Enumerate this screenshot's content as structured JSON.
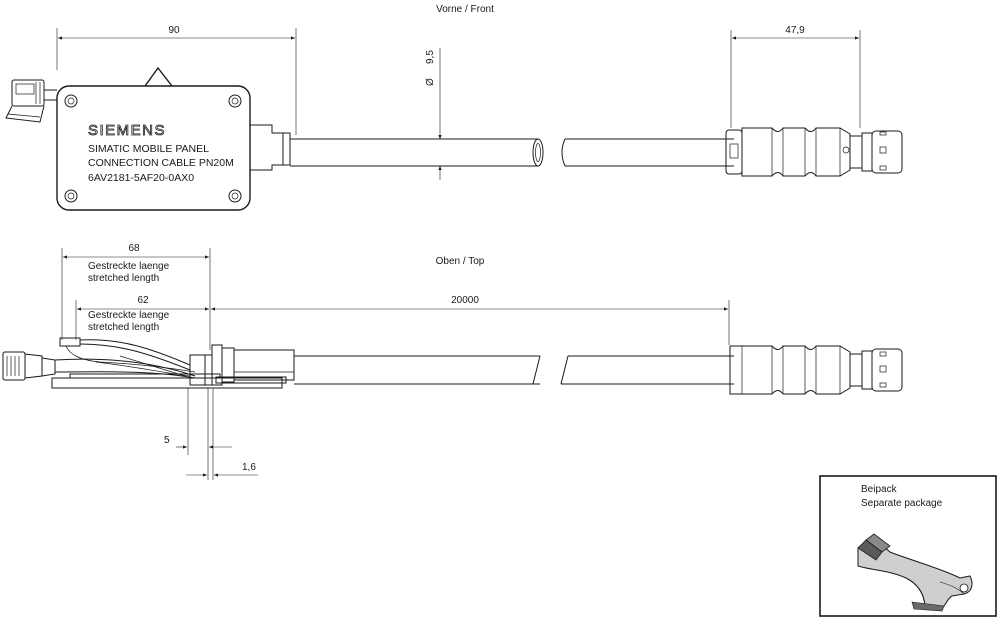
{
  "views": {
    "front_title": "Vorne / Front",
    "top_title": "Oben / Top"
  },
  "label_plate": {
    "brand": "SIEMENS",
    "line1": "SIMATIC MOBILE PANEL",
    "line2": "CONNECTION CABLE PN20M",
    "line3": "6AV2181-5AF20-0AX0"
  },
  "dimensions": {
    "box_width": "90",
    "cable_diameter": "9,5",
    "diameter_symbol": "Ø",
    "connector_length": "47,9",
    "stretched_68": "68",
    "stretched_62": "62",
    "stretched_de": "Gestreckte laenge",
    "stretched_en": "stretched length",
    "cable_length": "20000",
    "offset_5": "5",
    "offset_1_6": "1,6"
  },
  "package": {
    "label_de": "Beipack",
    "label_en": "Separate package"
  }
}
